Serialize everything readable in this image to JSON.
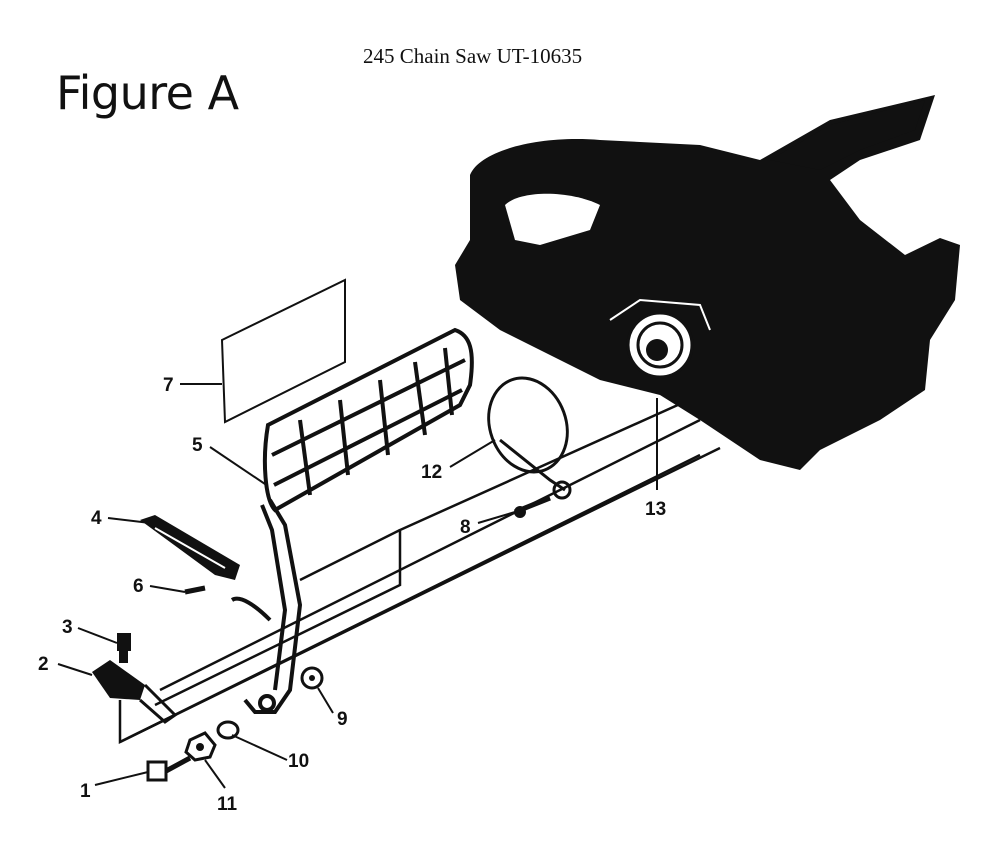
{
  "document": {
    "caption": "245 Chain Saw UT-10635",
    "figure_title": "Figure A"
  },
  "callouts": [
    {
      "id": "1",
      "label": "1"
    },
    {
      "id": "2",
      "label": "2"
    },
    {
      "id": "3",
      "label": "3"
    },
    {
      "id": "4",
      "label": "4"
    },
    {
      "id": "5",
      "label": "5"
    },
    {
      "id": "6",
      "label": "6"
    },
    {
      "id": "7",
      "label": "7"
    },
    {
      "id": "8",
      "label": "8"
    },
    {
      "id": "9",
      "label": "9"
    },
    {
      "id": "10",
      "label": "10"
    },
    {
      "id": "11",
      "label": "11"
    },
    {
      "id": "12",
      "label": "12"
    },
    {
      "id": "13",
      "label": "13"
    }
  ],
  "colors": {
    "ink": "#111111",
    "paper": "#ffffff"
  }
}
